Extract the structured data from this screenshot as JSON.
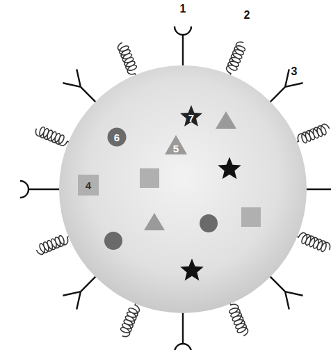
{
  "diagram": {
    "nodes": [
      {
        "text": [
          "7"
        ]
      },
      {
        "text": [
          "6"
        ]
      },
      {
        "text": [
          "5"
        ]
      },
      {
        "text": [
          "4"
        ]
      }
    ],
    "labels": [
      "1",
      "2",
      "3"
    ]
  }
}
